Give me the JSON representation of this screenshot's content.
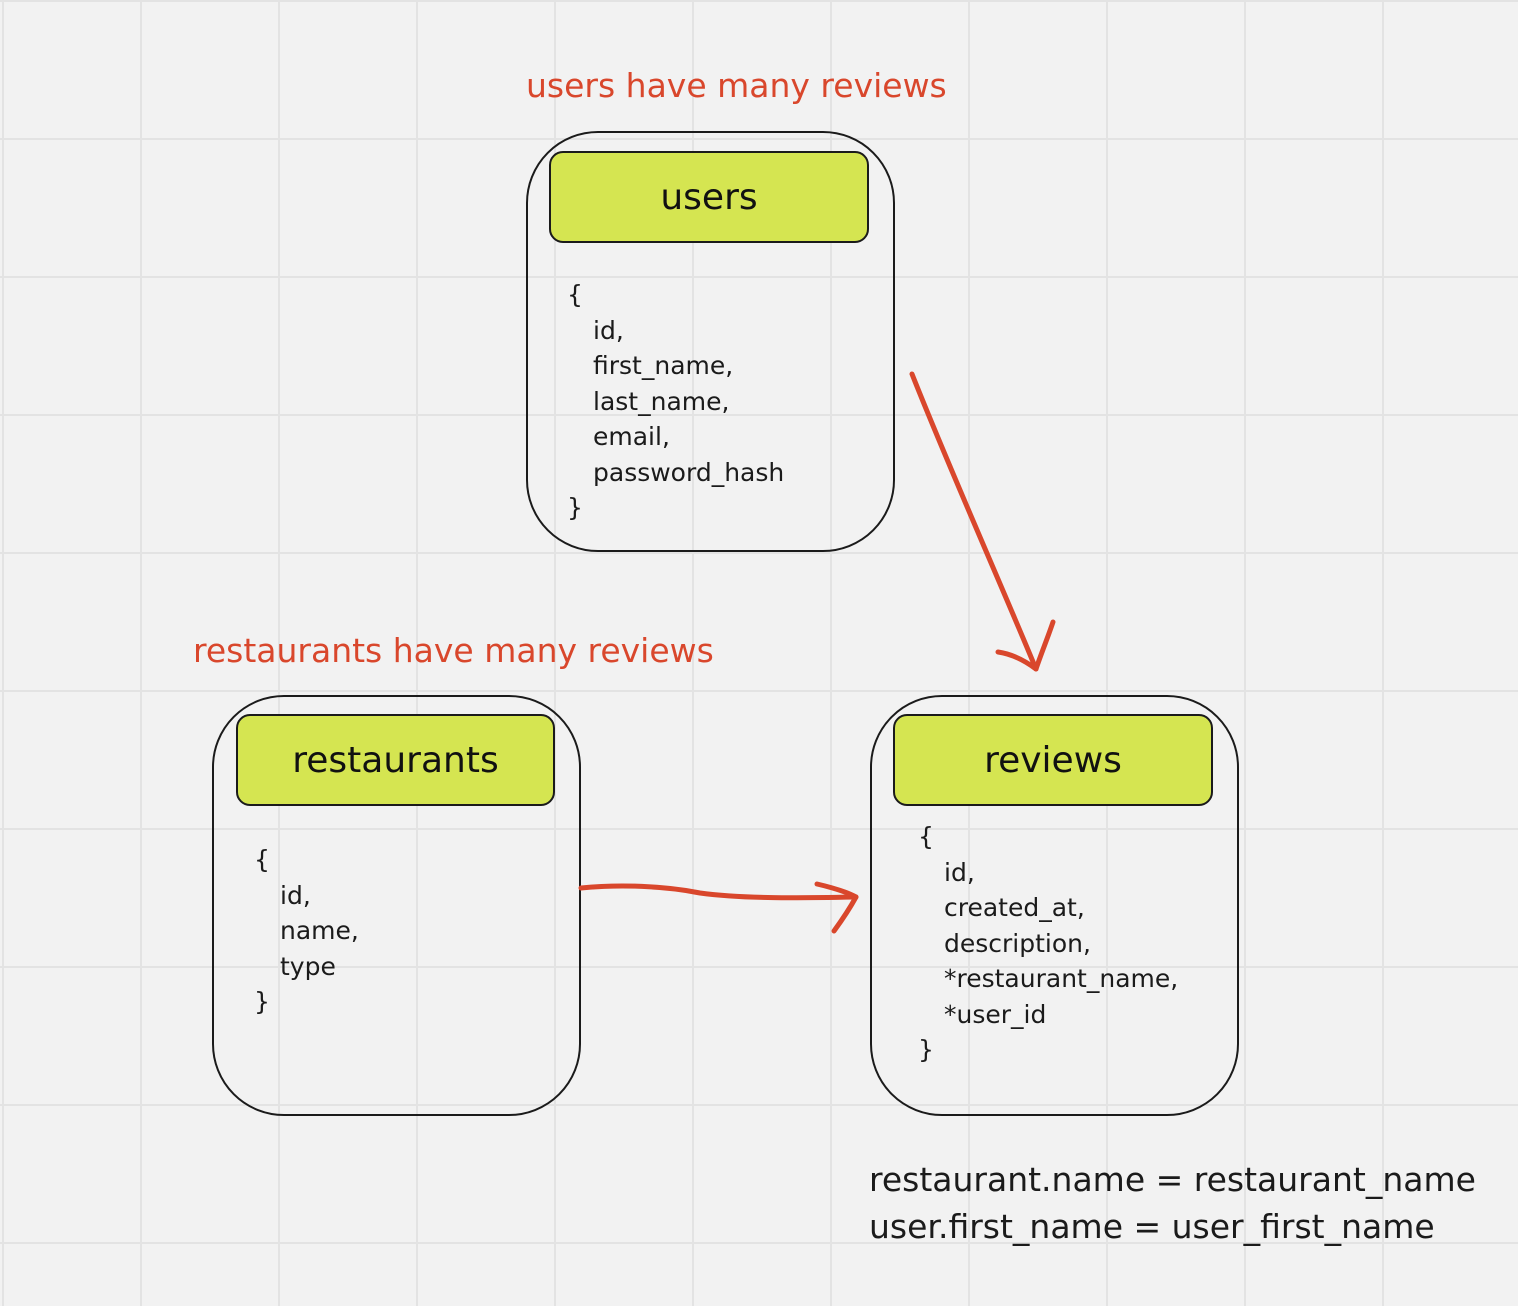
{
  "annotations": {
    "users_relation": "users have many reviews",
    "restaurants_relation": "restaurants have many reviews"
  },
  "tables": {
    "users": {
      "title": "users",
      "open": "{",
      "fields": [
        "id,",
        "first_name,",
        "last_name,",
        "email,",
        "password_hash"
      ],
      "close": "}"
    },
    "restaurants": {
      "title": "restaurants",
      "open": "{",
      "fields": [
        "id,",
        "name,",
        "type"
      ],
      "close": "}"
    },
    "reviews": {
      "title": "reviews",
      "open": "{",
      "fields": [
        "id,",
        "created_at,",
        "description,",
        "*restaurant_name,",
        "*user_id"
      ],
      "close": "}"
    }
  },
  "notes": {
    "line1": "restaurant.name = restaurant_name",
    "line2": "user.first_name = user_first_name"
  },
  "colors": {
    "annotation": "#d9472c",
    "header_fill": "#d5e551",
    "outline": "#1b1b1b",
    "background": "#f2f2f2"
  }
}
